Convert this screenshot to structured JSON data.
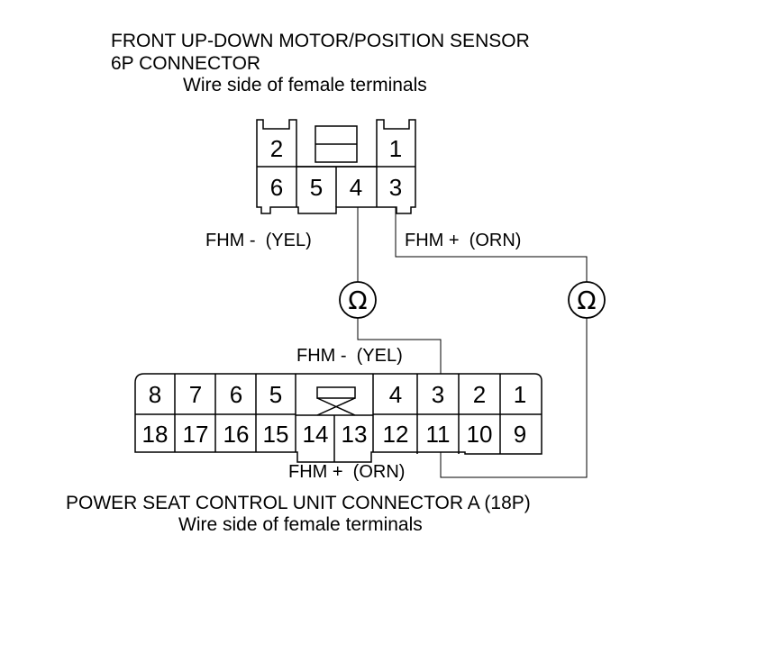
{
  "top_connector": {
    "title_line1": "FRONT UP-DOWN MOTOR/POSITION SENSOR",
    "title_line2": "6P CONNECTOR",
    "subtitle": "Wire side of female terminals",
    "pins_row1": [
      "2",
      "1"
    ],
    "pins_row2": [
      "6",
      "5",
      "4",
      "3"
    ]
  },
  "bottom_connector": {
    "title": "POWER SEAT CONTROL UNIT CONNECTOR A (18P)",
    "subtitle": "Wire side of female terminals",
    "pins_row1": [
      "8",
      "7",
      "6",
      "5",
      "4",
      "3",
      "2",
      "1"
    ],
    "pins_row2": [
      "18",
      "17",
      "16",
      "15",
      "14",
      "13",
      "12",
      "11",
      "10",
      "9"
    ]
  },
  "wires": {
    "fhm_minus_top": "FHM -  (YEL)",
    "fhm_plus_top": "FHM +  (ORN)",
    "fhm_minus_bottom": "FHM -  (YEL)",
    "fhm_plus_bottom": "FHM +  (ORN)"
  },
  "meters": {
    "symbol": "Ω",
    "icon": "ohmmeter-icon"
  }
}
